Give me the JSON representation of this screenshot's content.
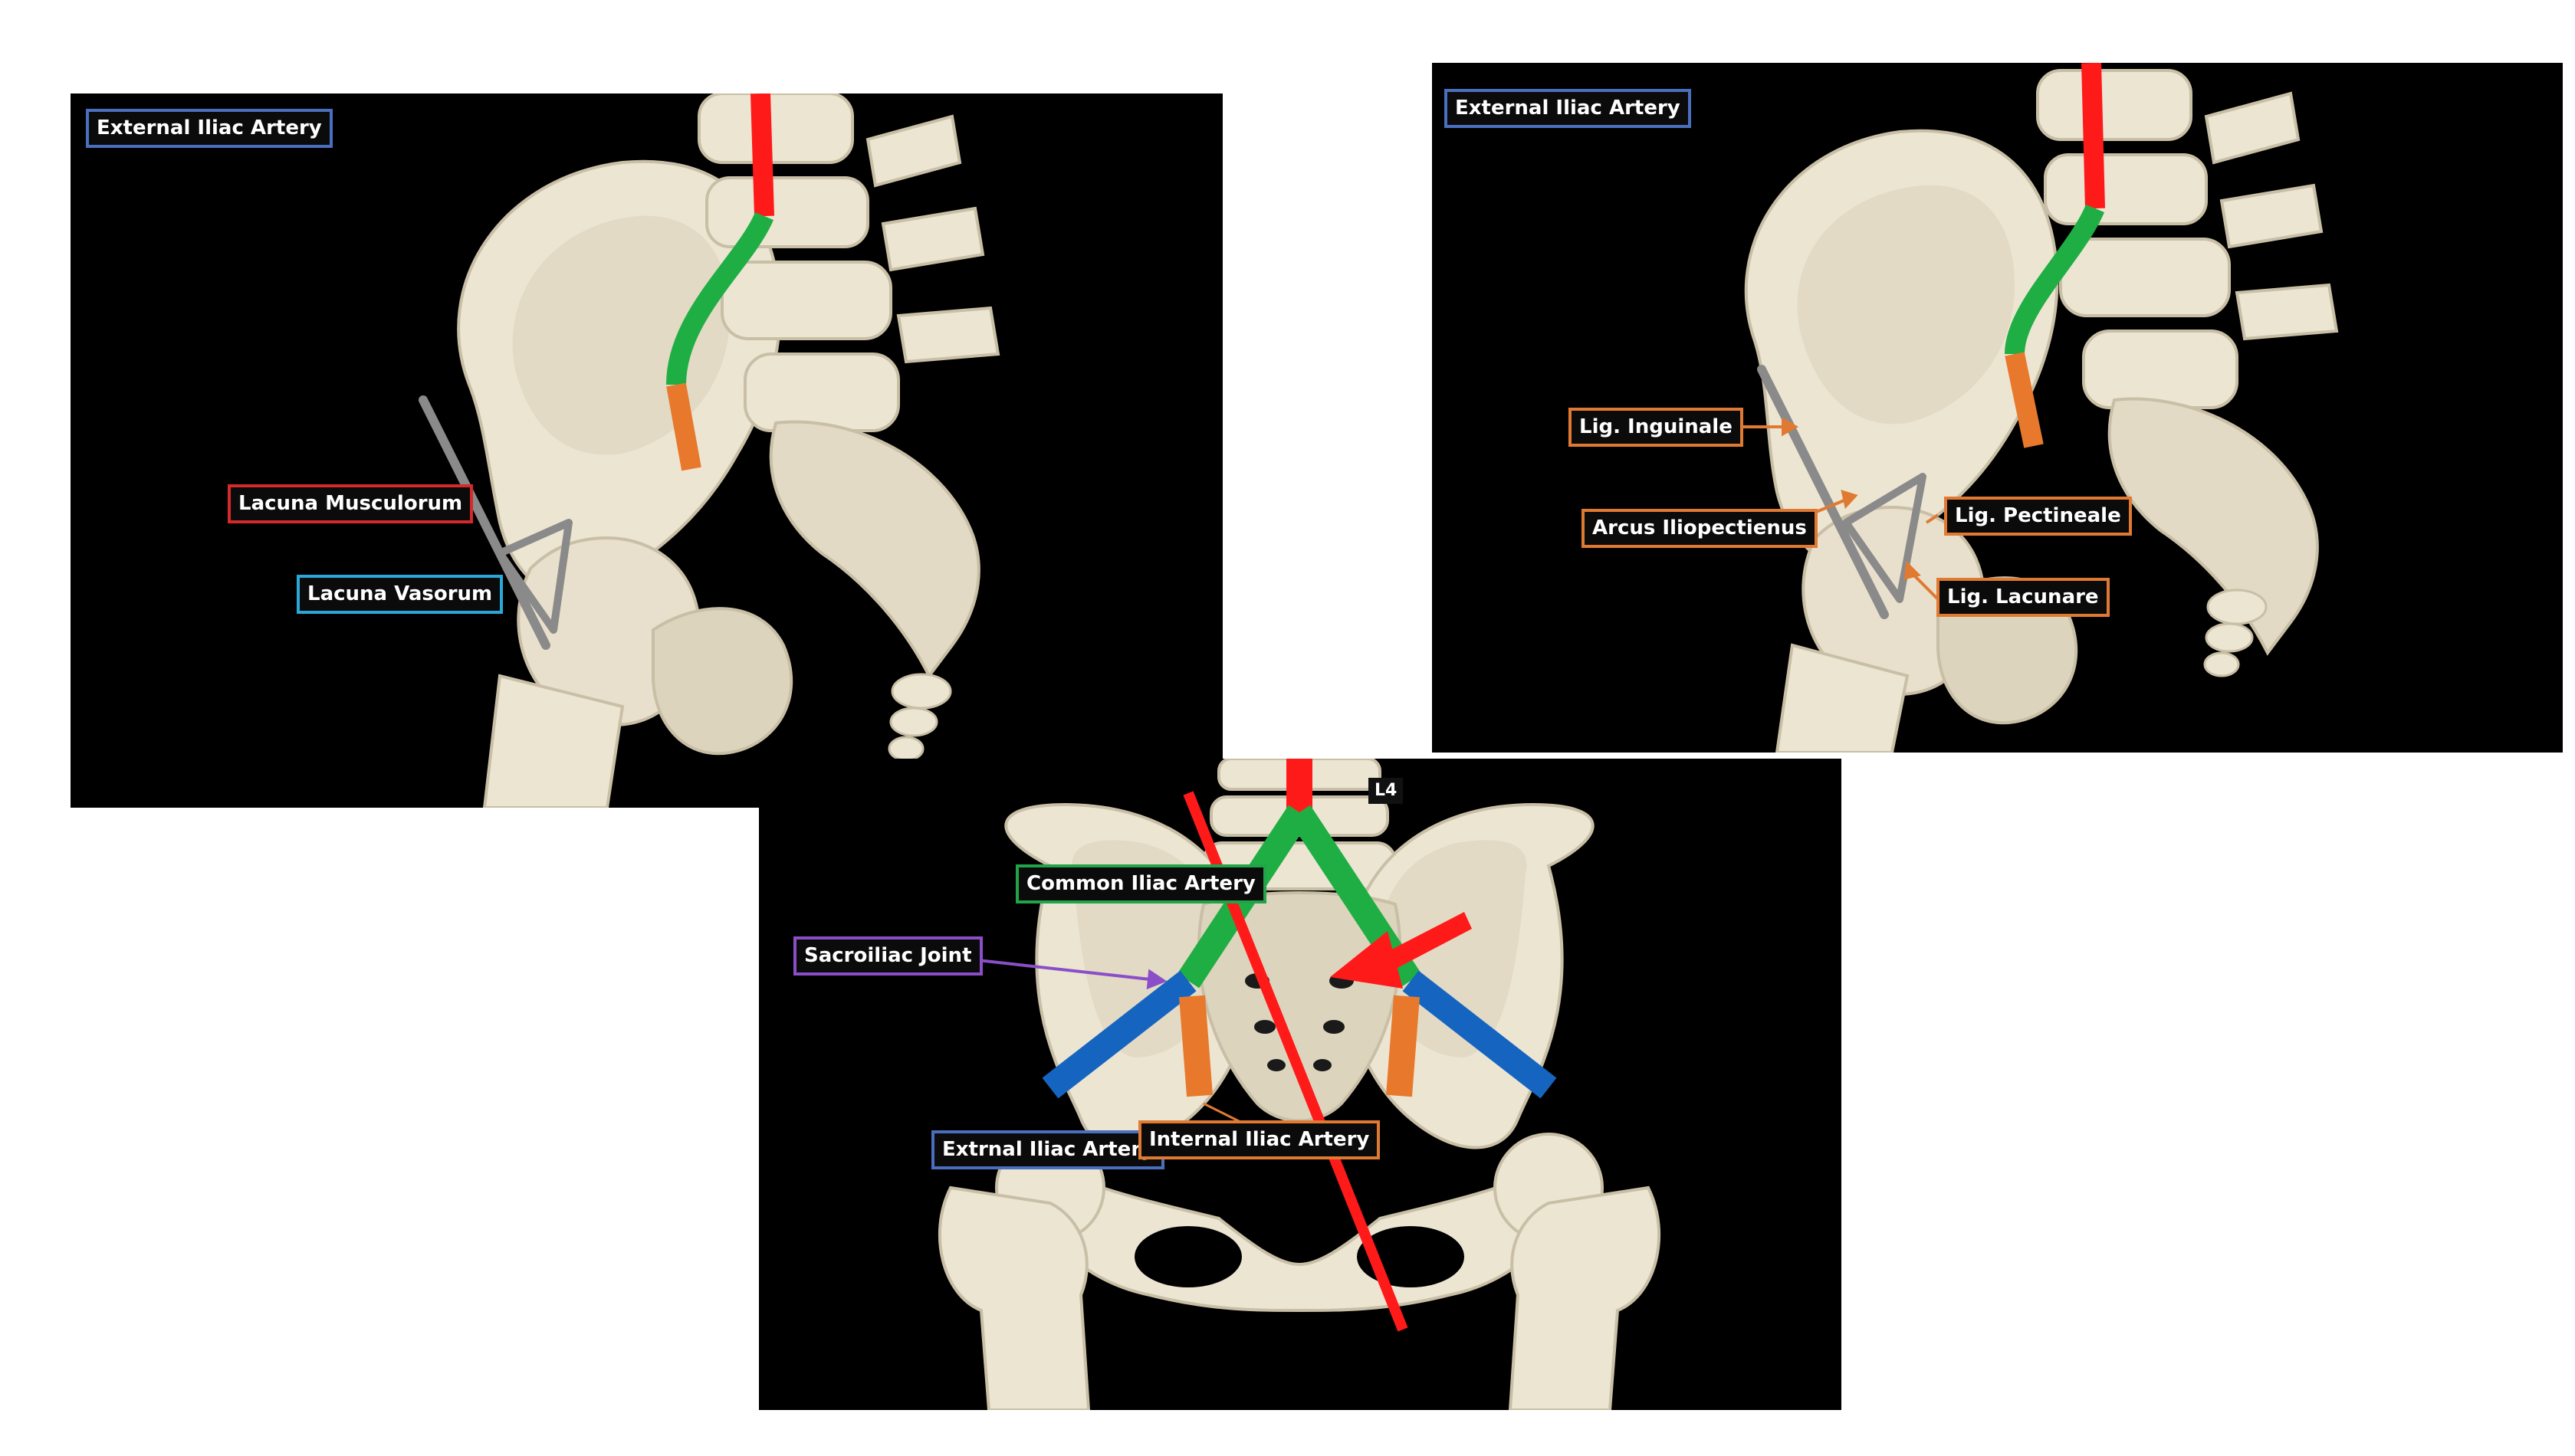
{
  "colors": {
    "aorta": "#ff1a1a",
    "common_iliac": "#1fae44",
    "internal_iliac": "#e8792c",
    "external_iliac": "#1565c0",
    "ligament": "#8a8a8a",
    "bone": "#ece5d2",
    "background": "#000000"
  },
  "panels": {
    "top_left": {
      "title": "External Iliac Artery",
      "labels": {
        "lacuna_musculorum": "Lacuna Musculorum",
        "lacuna_vasorum": "Lacuna Vasorum"
      }
    },
    "top_right": {
      "title": "External Iliac Artery",
      "labels": {
        "lig_inguinale": "Lig. Inguinale",
        "arcus_iliopectineus": "Arcus Iliopectienus",
        "lig_pectineale": "Lig. Pectineale",
        "lig_lacunare": "Lig. Lacunare"
      }
    },
    "bottom": {
      "labels": {
        "l4": "L4",
        "common_iliac_artery": "Common Iliac Artery",
        "sacroiliac_joint": "Sacroiliac Joint",
        "external_iliac_artery": "Extrnal Iliac Artery",
        "internal_iliac_artery": "Internal Iliac Artery"
      }
    }
  }
}
